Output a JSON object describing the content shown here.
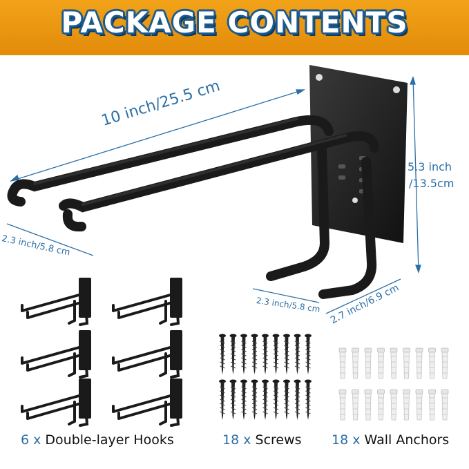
{
  "banner": {
    "title": "PACKAGE CONTENTS",
    "bg_color": "#e9950f",
    "text_outline_color": "#1b5a8f"
  },
  "dimensions": {
    "length": "10 inch/25.5 cm",
    "height_line1": "5.3 inch",
    "height_line2": "/13.5cm",
    "hook_width": "2.3 inch/5.8 cm",
    "base_width": "2.3 inch/5.8 cm",
    "drop": "2.7 inch/6.9 cm",
    "dimension_color": "#2b6fa6"
  },
  "contents": {
    "hooks": {
      "qty": "6 x",
      "label": "Double-layer Hooks",
      "count": 6,
      "icon": "double-hook-icon"
    },
    "screws": {
      "qty": "18 x",
      "label": "Screws",
      "count": 18,
      "icon": "screw-icon"
    },
    "anchors": {
      "qty": "18 x",
      "label": "Wall Anchors",
      "count": 18,
      "icon": "wall-anchor-icon"
    }
  }
}
